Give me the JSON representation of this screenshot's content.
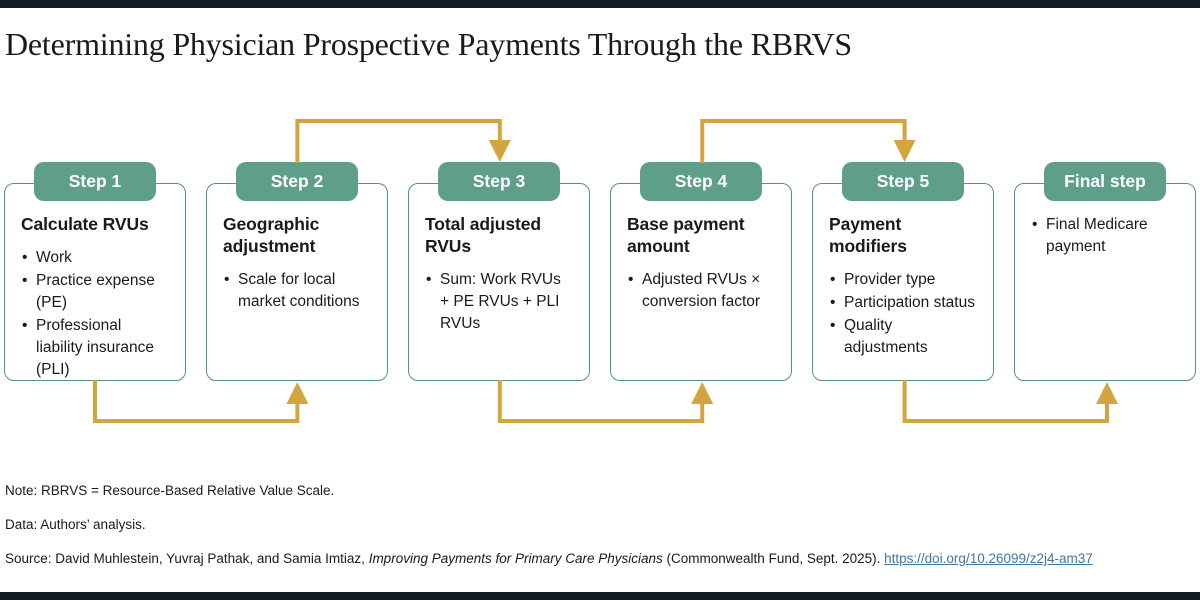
{
  "colors": {
    "teal": "#5f9e8a",
    "teal_border": "#4f957f",
    "gold": "#d2a53e",
    "dark_bar": "#121e21",
    "link": "#4276a3",
    "text": "#1a1a1a"
  },
  "title": "Determining Physician Prospective Payments Through the RBRVS",
  "steps": [
    {
      "label": "Step 1",
      "heading": "Calculate RVUs",
      "bullets": [
        "Work",
        "Practice expense (PE)",
        "Professional liability insurance (PLI)"
      ]
    },
    {
      "label": "Step 2",
      "heading": "Geographic adjustment",
      "bullets": [
        "Scale for local market conditions"
      ]
    },
    {
      "label": "Step 3",
      "heading": "Total adjusted RVUs",
      "bullets": [
        "Sum: Work RVUs + PE RVUs + PLI RVUs"
      ]
    },
    {
      "label": "Step 4",
      "heading": "Base payment amount",
      "bullets": [
        "Adjusted RVUs × conversion factor"
      ]
    },
    {
      "label": "Step 5",
      "heading": "Payment modifiers",
      "bullets": [
        "Provider type",
        "Participation status",
        "Quality adjustments"
      ]
    },
    {
      "label": "Final step",
      "heading": "",
      "bullets": [
        "Final Medicare payment"
      ]
    }
  ],
  "footer": {
    "note": "Note: RBRVS = Resource-Based Relative Value Scale.",
    "data": "Data: Authors’ analysis.",
    "source_prefix": "Source: David Muhlestein, Yuvraj Pathak, and Samia Imtiaz, ",
    "source_italic": "Improving Payments for Primary Care Physicians",
    "source_suffix": " (Commonwealth Fund, Sept. 2025). ",
    "source_link": "https://doi.org/10.26099/z2j4-am37"
  }
}
